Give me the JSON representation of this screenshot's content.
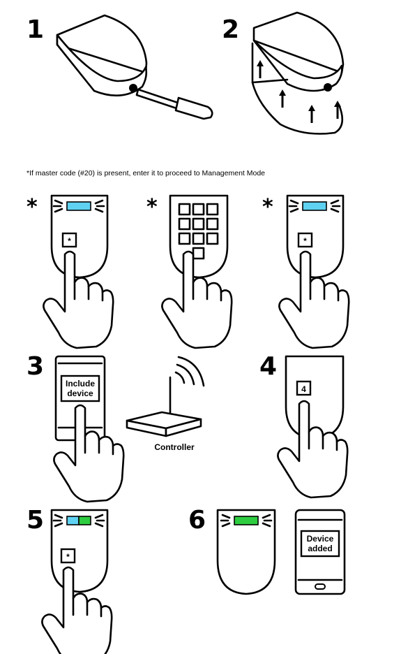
{
  "steps": {
    "s1": "1",
    "s2": "2",
    "s3": "3",
    "s4": "4",
    "s5": "5",
    "s6": "6"
  },
  "star_symbol": "*",
  "note": "*If master code (#20) is present, enter it to proceed to Management Mode",
  "keys": {
    "star": "*",
    "four": "4"
  },
  "phone_include": {
    "line1": "Include",
    "line2": "device"
  },
  "phone_added": {
    "line1": "Device",
    "line2": "added"
  },
  "controller_label": "Controller",
  "colors": {
    "led_blue": "#5fd2f2",
    "led_green": "#2ecc40",
    "line": "#000000"
  },
  "icons": [
    "screwdriver-icon",
    "arrow-up-icon",
    "pointing-hand-icon",
    "keypad-icon",
    "router-icon",
    "wifi-signal-icon",
    "smartphone-icon",
    "led-indicator-icon"
  ]
}
